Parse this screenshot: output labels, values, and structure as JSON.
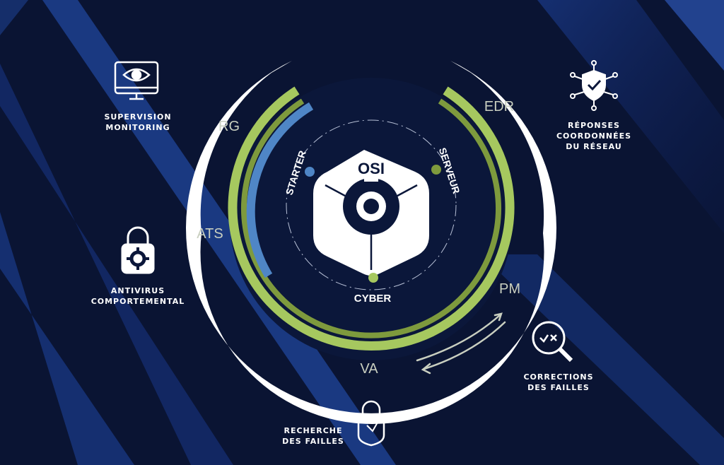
{
  "center": {
    "title": "OSI",
    "offers": [
      {
        "label": "STARTER",
        "color": "#4f86c6"
      },
      {
        "label": "SERVEUR",
        "color": "#7e9a3d"
      },
      {
        "label": "CYBER",
        "color": "#a6c85f"
      }
    ]
  },
  "ring_labels": [
    "RG",
    "ATS",
    "EDR",
    "PM",
    "VA"
  ],
  "features": {
    "supervision": {
      "line1": "SUPERVISION",
      "line2": "MONITORING",
      "icon": "monitor-eye-icon"
    },
    "antivirus": {
      "line1": "ANTIVIRUS",
      "line2": "COMPORTEMENTAL",
      "icon": "padlock-gear-icon"
    },
    "recherche": {
      "line1": "RECHERCHE",
      "line2": "DES FAILLES",
      "icon": "broken-padlock-icon"
    },
    "corrections": {
      "line1": "CORRECTIONS",
      "line2": "DES FAILLES",
      "icon": "magnifier-check-icon"
    },
    "reponses": {
      "line1": "RÉPONSES",
      "line2": "COORDONNÉES",
      "line3": "DU RÉSEAU",
      "icon": "network-shield-icon"
    }
  },
  "colors": {
    "background": "#0a1433",
    "ring": "#ffffff",
    "green": "#a6c85f",
    "dark_green": "#7e9a3d",
    "blue": "#4f86c6",
    "ring_text": "#c9cfc0"
  }
}
